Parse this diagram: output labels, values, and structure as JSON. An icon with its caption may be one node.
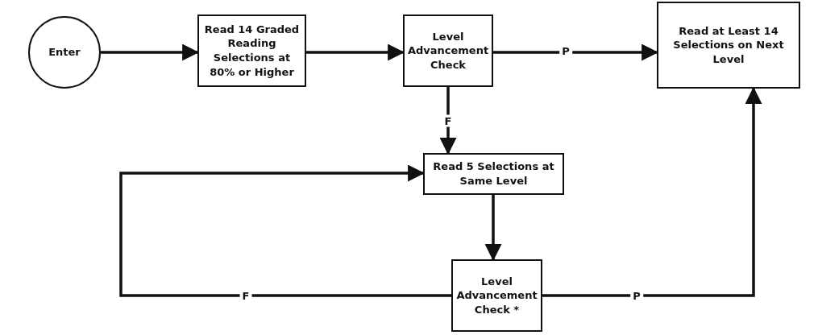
{
  "diagram": {
    "nodes": [
      {
        "text": [
          "Enter"
        ]
      },
      {
        "text": [
          "Read 14 Graded Reading Selections at 80% or Higher"
        ]
      },
      {
        "text": [
          "Level Advancement Check"
        ]
      },
      {
        "text": [
          "Read at Least 14 Selections on Next Level"
        ]
      },
      {
        "text": [
          "Read 5 Selections at Same Level"
        ]
      },
      {
        "text": [
          "Level Advancement Check *"
        ]
      }
    ],
    "edges": [
      {
        "from": 0,
        "to": 1,
        "arrow": "to"
      },
      {
        "from": 1,
        "to": 2,
        "arrow": "to"
      },
      {
        "from": 2,
        "to": 3,
        "arrow": "to",
        "label": "P"
      },
      {
        "from": 2,
        "to": 4,
        "arrow": "to",
        "label": "F"
      },
      {
        "from": 4,
        "to": 5,
        "arrow": "to"
      },
      {
        "from": 5,
        "to": 4,
        "arrow": "to",
        "label": "F"
      },
      {
        "from": 5,
        "to": 3,
        "arrow": "to",
        "label": "P"
      }
    ]
  }
}
